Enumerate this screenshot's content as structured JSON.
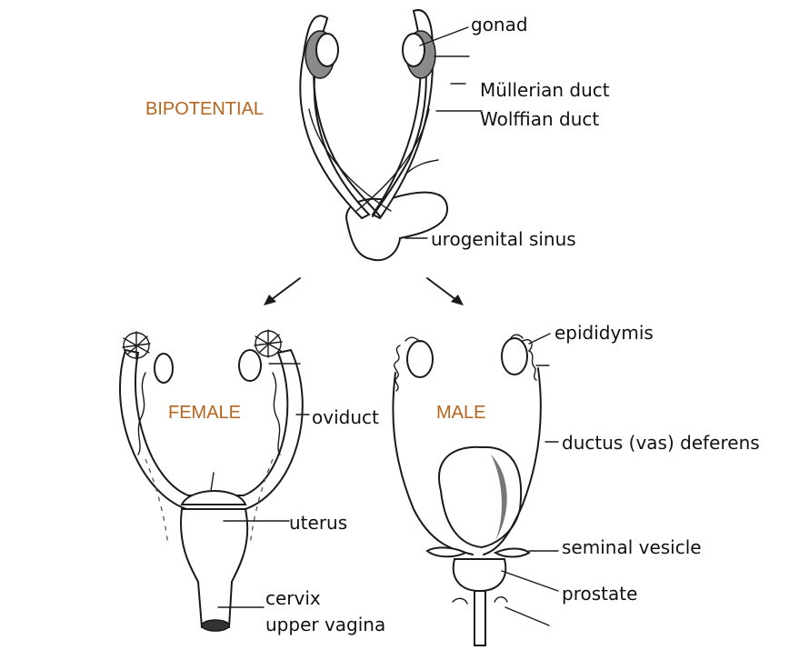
{
  "stages": {
    "bipotential": "BIPOTENTIAL",
    "female": "FEMALE",
    "male": "MALE"
  },
  "labels": {
    "gonad": "gonad",
    "mullerian_duct": "Müllerian duct",
    "wolffian_duct": "Wolffian duct",
    "urogenital_sinus": "urogenital sinus",
    "oviduct": "oviduct",
    "uterus": "uterus",
    "cervix": "cervix",
    "upper_vagina": "upper vagina",
    "epididymis": "epididymis",
    "ductus_deferens": "ductus (vas) deferens",
    "seminal_vesicle": "seminal vesicle",
    "prostate": "prostate"
  },
  "colors": {
    "stage_label": "#b5651d",
    "label_text": "#111111",
    "ink": "#1a1a1a",
    "shading": "#8a8a8a"
  }
}
